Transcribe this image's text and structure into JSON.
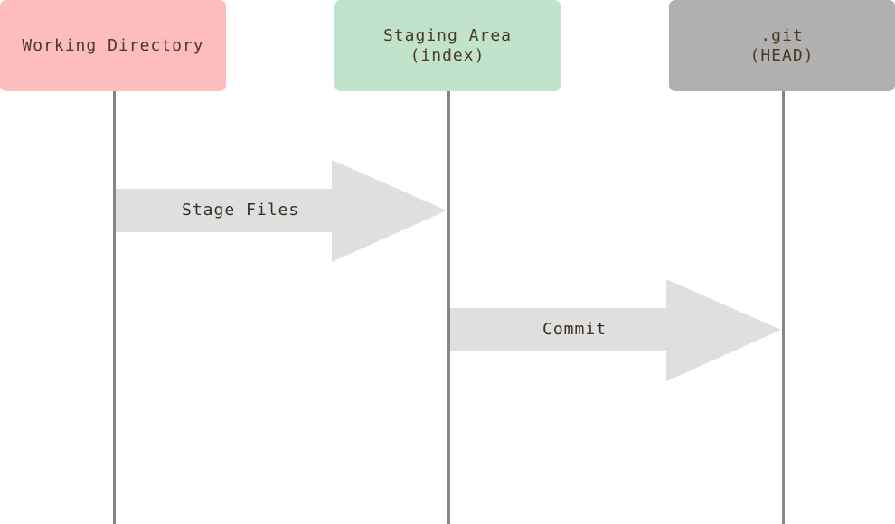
{
  "columns": {
    "working": {
      "line1": "Working Directory",
      "line2": "",
      "color": "#fdbdbd"
    },
    "staging": {
      "line1": "Staging Area",
      "line2": "(index)",
      "color": "#c1e2cb"
    },
    "git": {
      "line1": ".git",
      "line2": "(HEAD)",
      "color": "#b0b0b0"
    }
  },
  "arrows": {
    "stage": {
      "label": "Stage Files",
      "from": "working",
      "to": "staging"
    },
    "commit": {
      "label": "Commit",
      "from": "staging",
      "to": "git"
    }
  },
  "colors": {
    "lifeline": "#858585",
    "arrow_fill": "#dfdfdf",
    "text": "#4a3a20"
  }
}
